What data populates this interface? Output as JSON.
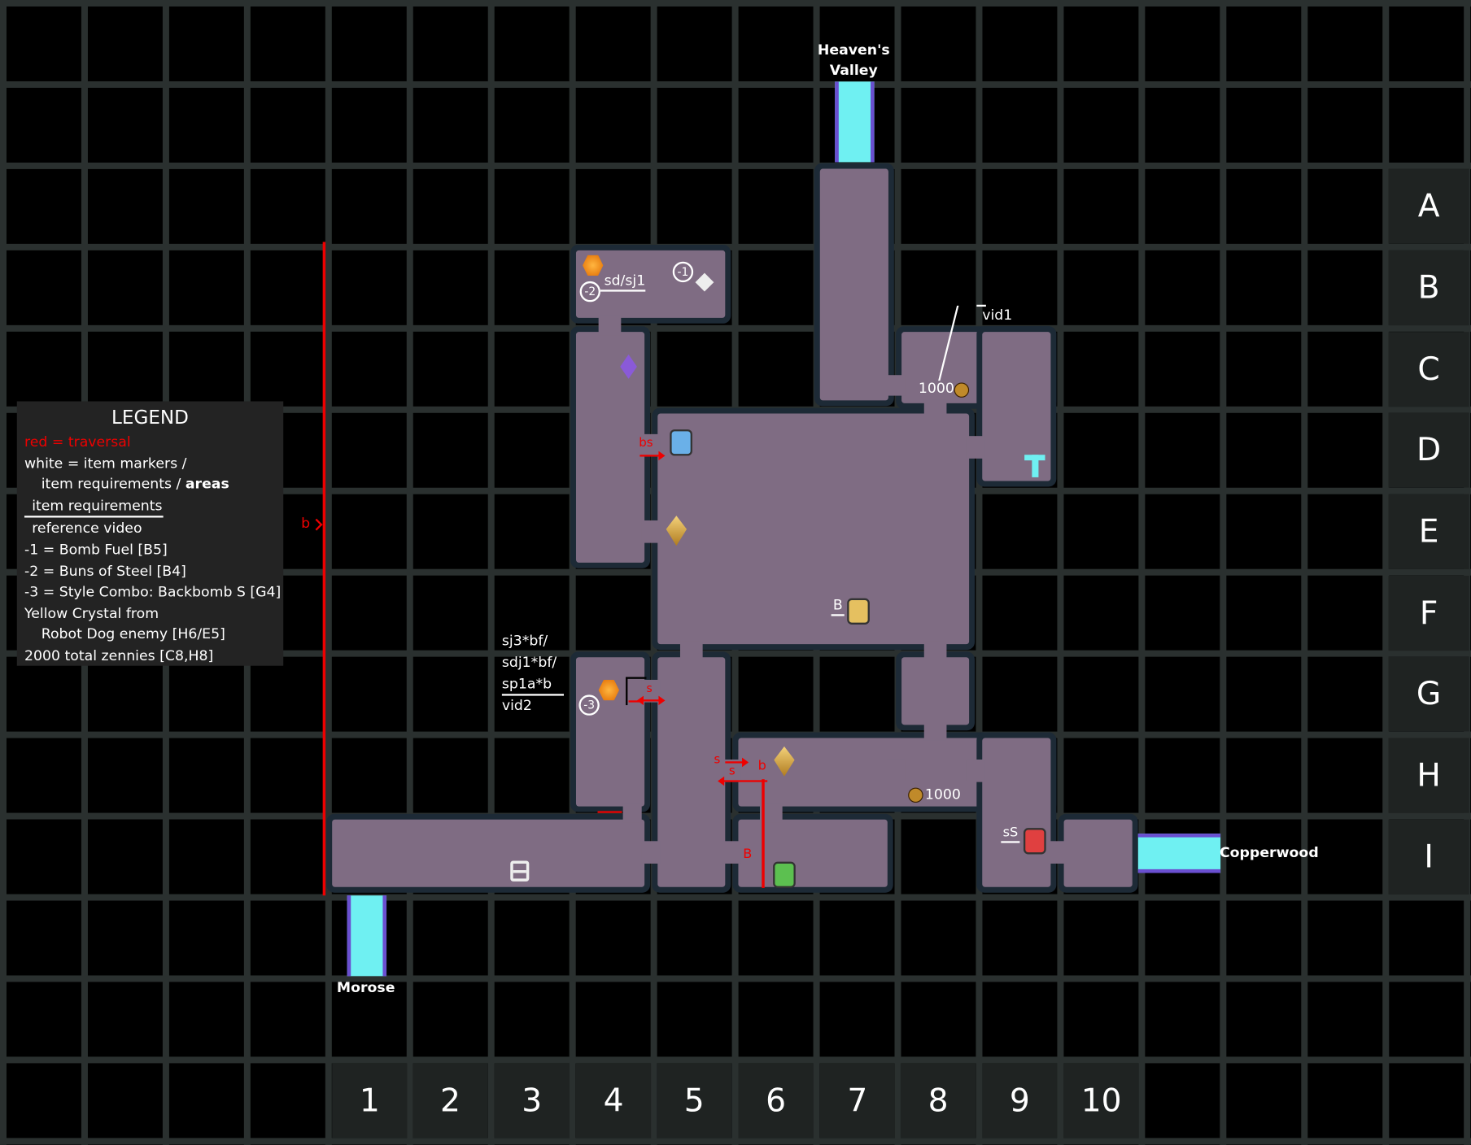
{
  "legend": {
    "title": "LEGEND",
    "lines": [
      "red = traversal",
      "white = item markers /",
      "item requirements / ",
      "areas",
      "item requirements",
      "reference video",
      "-1 = Bomb Fuel [B5]",
      "-2 = Buns of Steel [B4]",
      "-3 = Style Combo: Backbomb S [G4]",
      "Yellow Crystal from",
      "Robot Dog enemy [H6/E5]",
      "2000 total zennies [C8,H8]"
    ]
  },
  "areas": {
    "top": "Heaven's Valley",
    "bottom": "Morose",
    "right": "Copperwood"
  },
  "rows": [
    "A",
    "B",
    "C",
    "D",
    "E",
    "F",
    "G",
    "H",
    "I"
  ],
  "cols": [
    "1",
    "2",
    "3",
    "4",
    "5",
    "6",
    "7",
    "8",
    "9",
    "10"
  ],
  "annotations": {
    "b4": "sd/sj1",
    "m1": "-1",
    "m2": "-2",
    "m3": "-3",
    "vid1": "vid1",
    "z1": "1000",
    "z2": "1000",
    "g4req": [
      "sj3*bf/",
      "sdj1*bf/",
      "sp1a*b",
      "vid2"
    ],
    "bs": "bs",
    "b_left": "b",
    "B_f": "B",
    "s1": "s",
    "s2": "s",
    "s3": "s",
    "b_h6": "b",
    "B_i6": "B",
    "sS": "sS"
  },
  "colors": {
    "room": "#7f6c83",
    "traversal": "#e00000",
    "transition": "#6ff0f2"
  }
}
